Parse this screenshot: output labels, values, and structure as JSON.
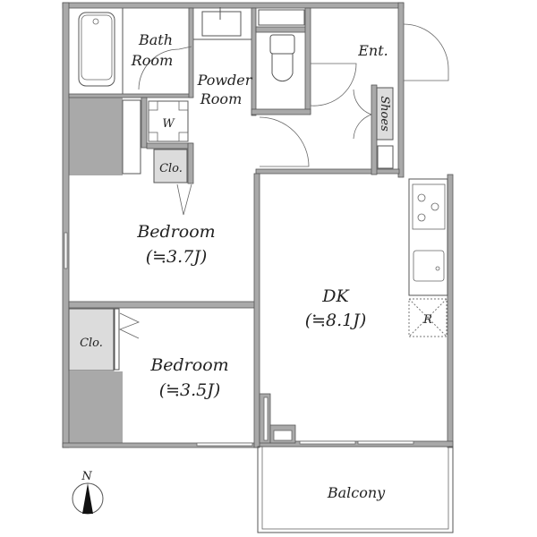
{
  "rooms": {
    "bath": {
      "line1": "Bath",
      "line2": "Room"
    },
    "powder": {
      "line1": "Powder",
      "line2": "Room"
    },
    "entrance": "Ent.",
    "shoes": "Shoes",
    "washer": "W",
    "closet_top": "Clo.",
    "bedroom1": {
      "name": "Bedroom",
      "size": "(≒3.7J)"
    },
    "closet_left": "Clo.",
    "bedroom2": {
      "name": "Bedroom",
      "size": "(≒3.5J)"
    },
    "dk": {
      "name": "DK",
      "size": "(≒8.1J)"
    },
    "refrigerator": "R",
    "balcony": "Balcony"
  },
  "compass": {
    "north": "N"
  }
}
